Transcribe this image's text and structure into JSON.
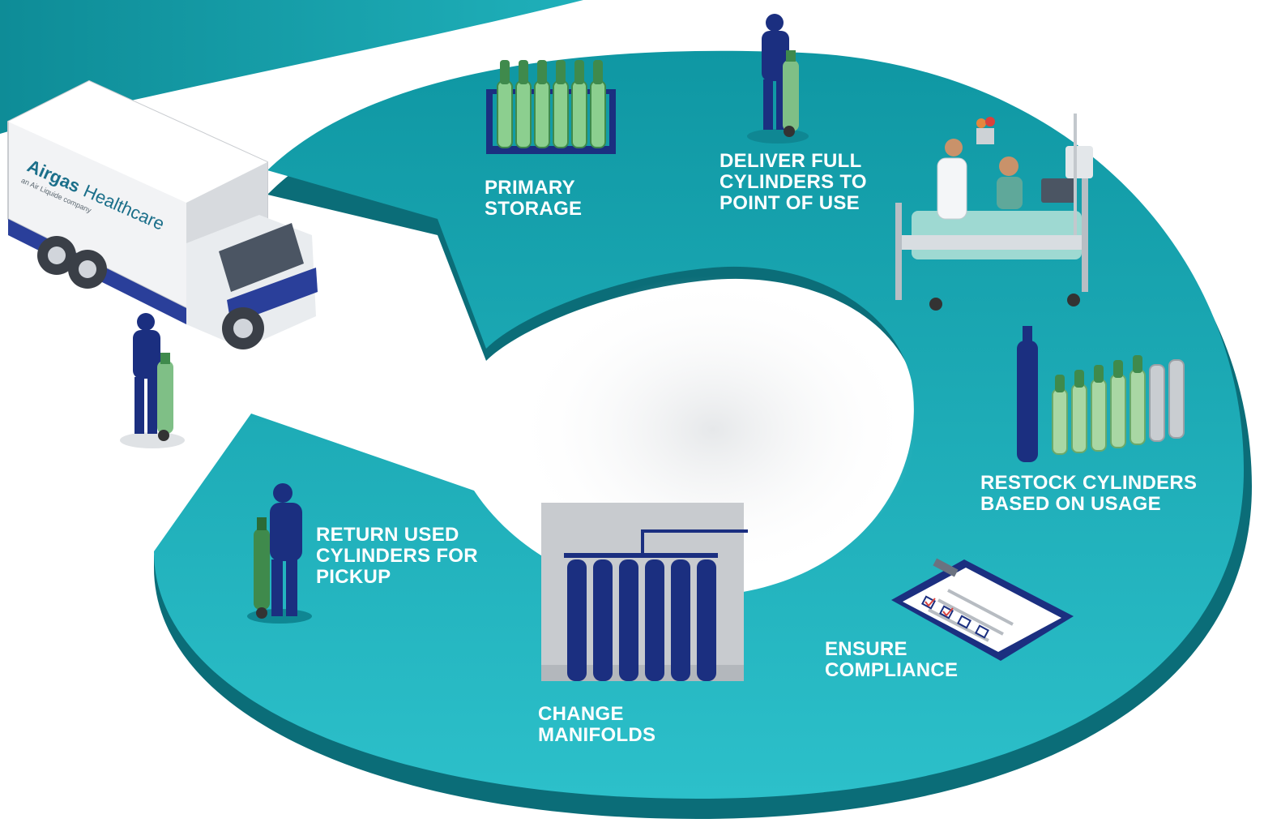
{
  "brand": {
    "name": "Airgas Healthcare",
    "word1": "Airgas",
    "word2": "Healthcare",
    "tagline": "an Air Liquide company"
  },
  "colors": {
    "ring_teal": "#16a3ae",
    "ring_teal_light": "#2bbcc6",
    "ring_edge": "#0b6d78",
    "navy": "#1b2f80",
    "cylinder_green": "#3f8a4c",
    "cylinder_light": "#a9d7a4",
    "manifold_grey": "#c8cbcf"
  },
  "steps": [
    {
      "id": "primary-storage",
      "icon": "storage-rack-icon",
      "lines": [
        "PRIMARY",
        "STORAGE"
      ]
    },
    {
      "id": "deliver",
      "icon": "delivery-worker-icon",
      "lines": [
        "DELIVER FULL",
        "CYLINDERS TO",
        "POINT OF USE"
      ]
    },
    {
      "id": "restock",
      "icon": "cylinder-row-icon",
      "lines": [
        "RESTOCK CYLINDERS",
        "BASED ON USAGE"
      ]
    },
    {
      "id": "compliance",
      "icon": "clipboard-checklist-icon",
      "lines": [
        "ENSURE",
        "COMPLIANCE"
      ]
    },
    {
      "id": "manifolds",
      "icon": "manifold-icon",
      "lines": [
        "CHANGE",
        "MANIFOLDS"
      ]
    },
    {
      "id": "return",
      "icon": "return-worker-icon",
      "lines": [
        "RETURN USED",
        "CYLINDERS FOR",
        "PICKUP"
      ]
    }
  ]
}
